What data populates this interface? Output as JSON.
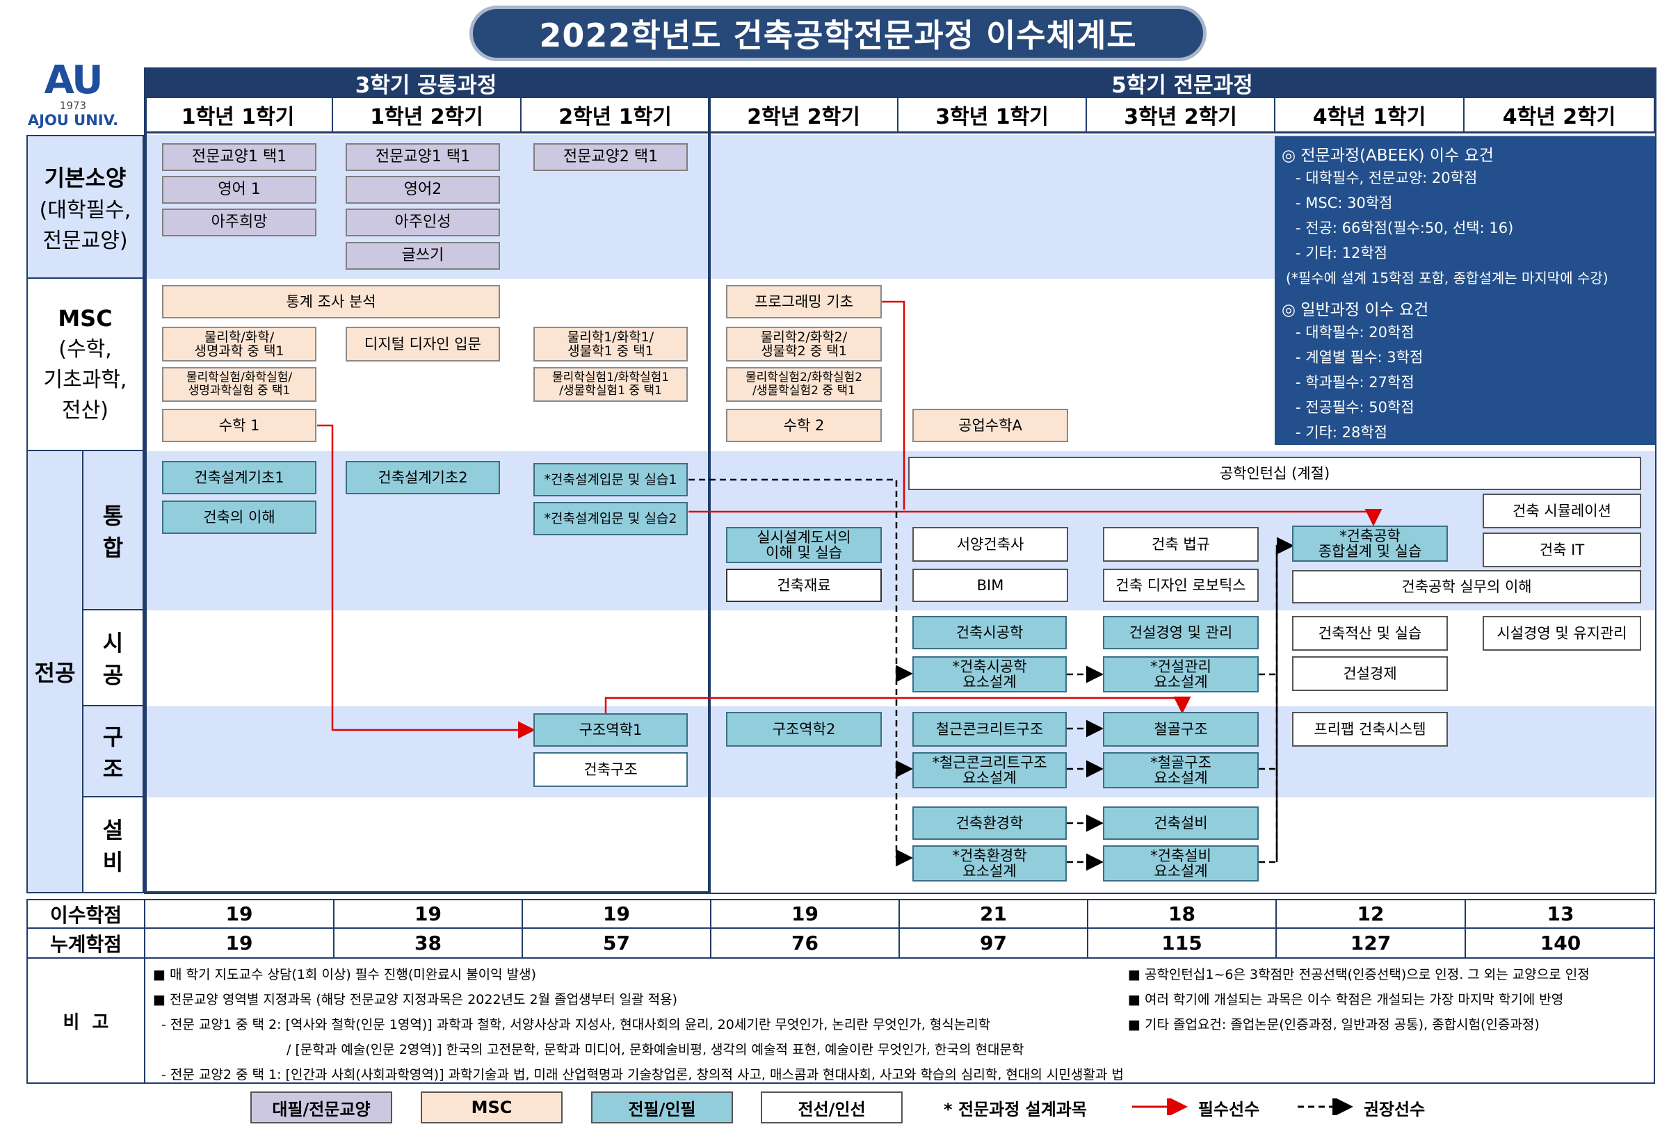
{
  "title": "2022학년도 건축공학전문과정 이수체계도",
  "logo": {
    "mark": "AU",
    "year": "1973",
    "name": "AJOU UNIV."
  },
  "programs": {
    "common": "3학기 공통과정",
    "major": "5학기 전문과정"
  },
  "semesters": [
    "1학년 1학기",
    "1학년 2학기",
    "2학년 1학기",
    "2학년 2학기",
    "3학년 1학기",
    "3학년 2학기",
    "4학년 1학기",
    "4학년 2학기"
  ],
  "categories": {
    "basic": [
      "기본소양",
      "(대학필수,",
      "전문교양)"
    ],
    "msc": [
      "MSC",
      "(수학,",
      "기초과학,",
      "전산)"
    ],
    "major": "전공",
    "sub": [
      [
        "통",
        "합"
      ],
      [
        "시",
        "공"
      ],
      [
        "구",
        "조"
      ],
      [
        "설",
        "비"
      ]
    ]
  },
  "courses": {
    "c1": "전문교양1 택1",
    "c2": "영어 1",
    "c3": "아주희망",
    "c4": "전문교양1 택1",
    "c5": "영어2",
    "c6": "아주인성",
    "c7": "글쓰기",
    "c8": "전문교양2 택1",
    "m1": "통계 조사 분석",
    "m2": [
      "물리학/화학/",
      "생명과학 중 택1"
    ],
    "m3": [
      "물리학실험/화학실험/",
      "생명과학실험 중 택1"
    ],
    "m4": "수학 1",
    "m5": "디지털 디자인 입문",
    "m6": [
      "물리학1/화학1/",
      "생물학1 중 택1"
    ],
    "m7": [
      "물리학실험1/화학실험1",
      "/생물학실험1 중 택1"
    ],
    "m8": "프로그래밍 기초",
    "m9": [
      "물리학2/화학2/",
      "생물학2 중 택1"
    ],
    "m10": [
      "물리학실험2/화학실험2",
      "/생물학실험2 중 택1"
    ],
    "m11": "수학 2",
    "m12": "공업수학A",
    "i1": "건축설계기초1",
    "i2": "건축의 이해",
    "i3": "건축설계기초2",
    "i4": "*건축설계입문 및 실습1",
    "i5": "*건축설계입문 및 실습2",
    "i6": [
      "실시설계도서의",
      "이해 및 실습"
    ],
    "i7": "건축재료",
    "i8": "공학인턴십 (계절)",
    "i9": "서양건축사",
    "i10": "BIM",
    "i11": "건축 법규",
    "i12": "건축 디자인 로보틱스",
    "i13": [
      "*건축공학",
      "종합설계 및 실습"
    ],
    "i14": "건축공학 실무의 이해",
    "i15": "건축 시뮬레이션",
    "i16": "건축 IT",
    "s1": "건축시공학",
    "s2": [
      "*건축시공학",
      "요소설계"
    ],
    "s3": "건설경영 및 관리",
    "s4": [
      "*건설관리",
      "요소설계"
    ],
    "s5": "건축적산 및 실습",
    "s6": "건설경제",
    "s7": "시설경영 및 유지관리",
    "r1": "구조역학1",
    "r2": "건축구조",
    "r3": "구조역학2",
    "r4": "철근콘크리트구조",
    "r5": [
      "*철근콘크리트구조",
      "요소설계"
    ],
    "r6": "철골구조",
    "r7": [
      "*철골구조",
      "요소설계"
    ],
    "r8": "프리팹 건축시스템",
    "e1": "건축환경학",
    "e2": [
      "*건축환경학",
      "요소설계"
    ],
    "e3": "건축설비",
    "e4": [
      "*건축설비",
      "요소설계"
    ]
  },
  "requirements": [
    "◎ 전문과정(ABEEK) 이수 요건",
    "- 대학필수, 전문교양: 20학점",
    "- MSC: 30학점",
    "- 전공: 66학점(필수:50, 선택: 16)",
    "- 기타: 12학점",
    "(*필수에 설계 15학점 포함, 종합설계는 마지막에 수강)",
    "◎ 일반과정 이수 요건",
    "- 대학필수: 20학점",
    "- 계열별 필수: 3학점",
    "- 학과필수: 27학점",
    "- 전공필수: 50학점",
    "- 기타: 28학점"
  ],
  "credits": {
    "label": "이수학점",
    "values": [
      "19",
      "19",
      "19",
      "19",
      "21",
      "18",
      "12",
      "13"
    ]
  },
  "cumulative": {
    "label": "누계학점",
    "values": [
      "19",
      "38",
      "57",
      "76",
      "97",
      "115",
      "127",
      "140"
    ]
  },
  "remarks": {
    "label": "비  고",
    "left": [
      "■ 매 학기 지도교수 상담(1회 이상) 필수 진행(미완료시 불이익 발생)",
      "■ 전문교양 영역별 지정과목 (해당 전문교양 지정과목은 2022년도 2월 졸업생부터 일괄 적용)",
      "- 전문 교양1 중 택 2: [역사와 철학(인문 1영역)] 과학과 철학, 서양사상과 지성사, 현대사회의 윤리, 20세기란 무엇인가, 논리란 무엇인가, 형식논리학",
      "/ [문학과 예술(인문 2영역)] 한국의 고전문학, 문학과 미디어, 문화예술비평, 생각의 예술적 표현, 예술이란 무엇인가, 한국의 현대문학",
      "- 전문 교양2 중 택 1: [인간과 사회(사회과학영역)] 과학기술과 법, 미래 산업혁명과 기술창업론, 창의적 사고, 매스콤과 현대사회, 사고와 학습의 심리학, 현대의 시민생활과 법"
    ],
    "right": [
      "■ 공학인턴십1~6은 3학점만 전공선택(인증선택)으로 인정. 그 외는 교양으로 인정",
      "■ 여러 학기에 개설되는 과목은 이수 학점은 개설되는 가장 마지막 학기에 반영",
      "■ 기타 졸업요건: 졸업논문(인증과정, 일반과정 공통), 종합시험(인증과정)"
    ]
  },
  "legend": {
    "l1": "대필/전문교양",
    "l2": "MSC",
    "l3": "전필/인필",
    "l4": "전선/인선",
    "l5": "* 전문과정 설계과목",
    "l6": "필수선수",
    "l7": "권장선수"
  },
  "colors": {
    "header": "#1f3c6a",
    "title": "#27497a",
    "band": "#d7e3fb",
    "pink": "#ccc8e1",
    "peach": "#fbe4d2",
    "teal": "#92cddc",
    "req": "#e00000"
  }
}
